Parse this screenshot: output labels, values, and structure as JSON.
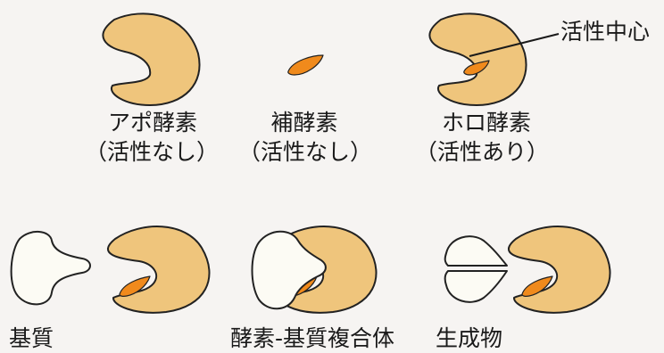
{
  "top_row": {
    "apo": {
      "name": "アポ酵素",
      "activity": "（活性なし）"
    },
    "coenzyme": {
      "name": "補酵素",
      "activity": "（活性なし）"
    },
    "holo": {
      "name": "ホロ酵素",
      "activity": "（活性あり）"
    },
    "active_site_label": "活性中心"
  },
  "bottom_row": {
    "substrate": "基質",
    "complex": "酵素-基質複合体",
    "product": "生成物"
  },
  "colors": {
    "enzyme_fill": "#efc57c",
    "coenzyme_fill": "#f08a1c",
    "substrate_fill": "#fcfbf4",
    "outline": "#222222"
  }
}
